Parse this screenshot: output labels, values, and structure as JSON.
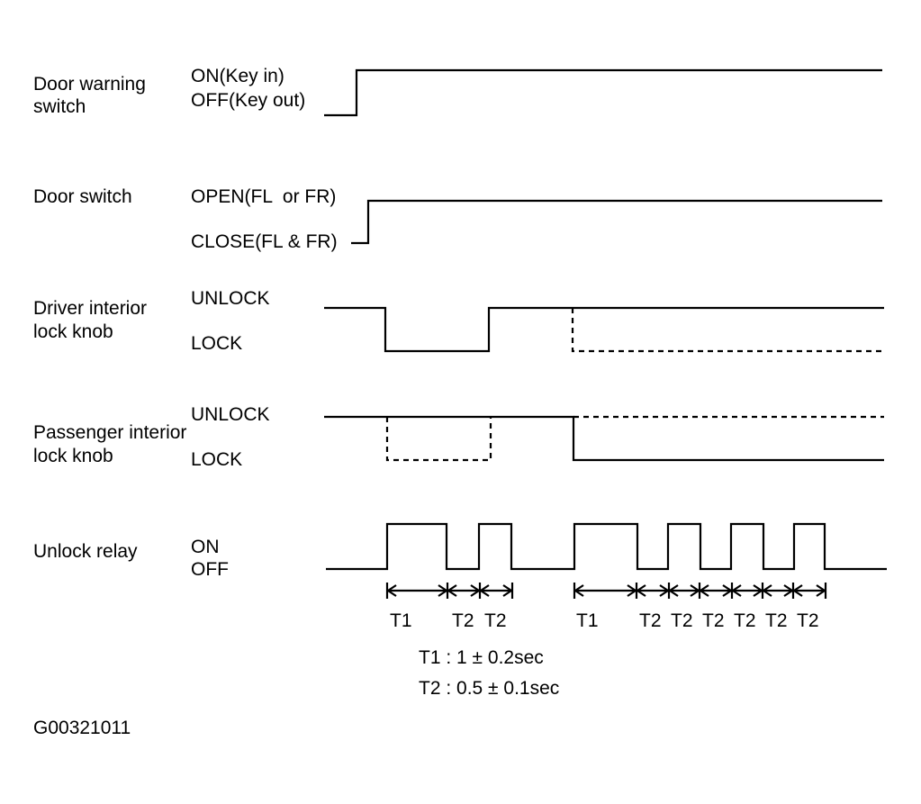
{
  "rows": [
    {
      "name_line1": "Door warning",
      "name_line2": "switch",
      "high_label": "ON(Key in)",
      "low_label": "OFF(Key out)"
    },
    {
      "name_line1": "Door switch",
      "name_line2": "",
      "high_label": "OPEN(FL  or FR)",
      "low_label": "CLOSE(FL & FR)"
    },
    {
      "name_line1": "Driver interior",
      "name_line2": "lock knob",
      "high_label": "UNLOCK",
      "low_label": "LOCK"
    },
    {
      "name_line1": "Passenger interior",
      "name_line2": "lock knob",
      "high_label": "UNLOCK",
      "low_label": "LOCK"
    },
    {
      "name_line1": "Unlock relay",
      "name_line2": "",
      "high_label": "ON",
      "low_label": "OFF"
    }
  ],
  "timing_labels": [
    "T1",
    "T2",
    "T2",
    "T1",
    "T2",
    "T2",
    "T2",
    "T2",
    "T2",
    "T2"
  ],
  "legend": {
    "t1": "T1 : 1 ± 0.2sec",
    "t2": "T2 : 0.5 ± 0.1sec"
  },
  "figure_code": "G00321011"
}
